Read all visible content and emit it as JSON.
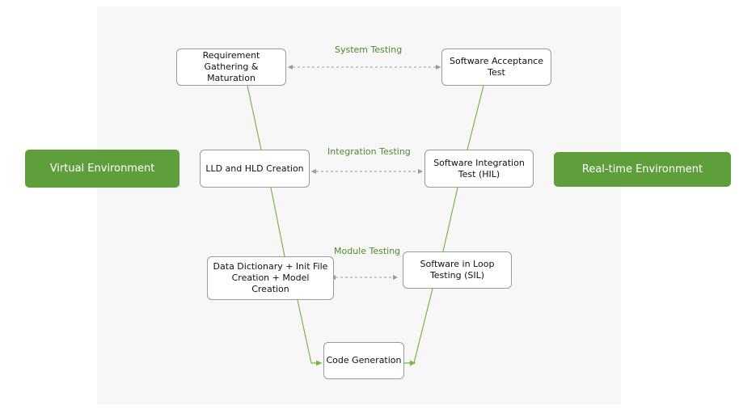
{
  "environments": {
    "left": "Virtual Environment",
    "right": "Real-time Environment"
  },
  "testing_labels": {
    "system": "System Testing",
    "integration": "Integration Testing",
    "module": "Module Testing"
  },
  "nodes": {
    "requirements": "Requirement Gathering & Maturation",
    "lld_hld": "LLD and HLD Creation",
    "data_dictionary": "Data Dictionary + Init File Creation + Model Creation",
    "code_generation": "Code Generation",
    "sil": "Software in Loop Testing (SIL)",
    "hil": "Software Integration Test (HIL)",
    "acceptance": "Software Acceptance Test"
  },
  "colors": {
    "green": "#5f9f3b",
    "label_green": "#4e8a2e",
    "line_green": "#7ab648",
    "dash_gray": "#9a9a9a"
  }
}
